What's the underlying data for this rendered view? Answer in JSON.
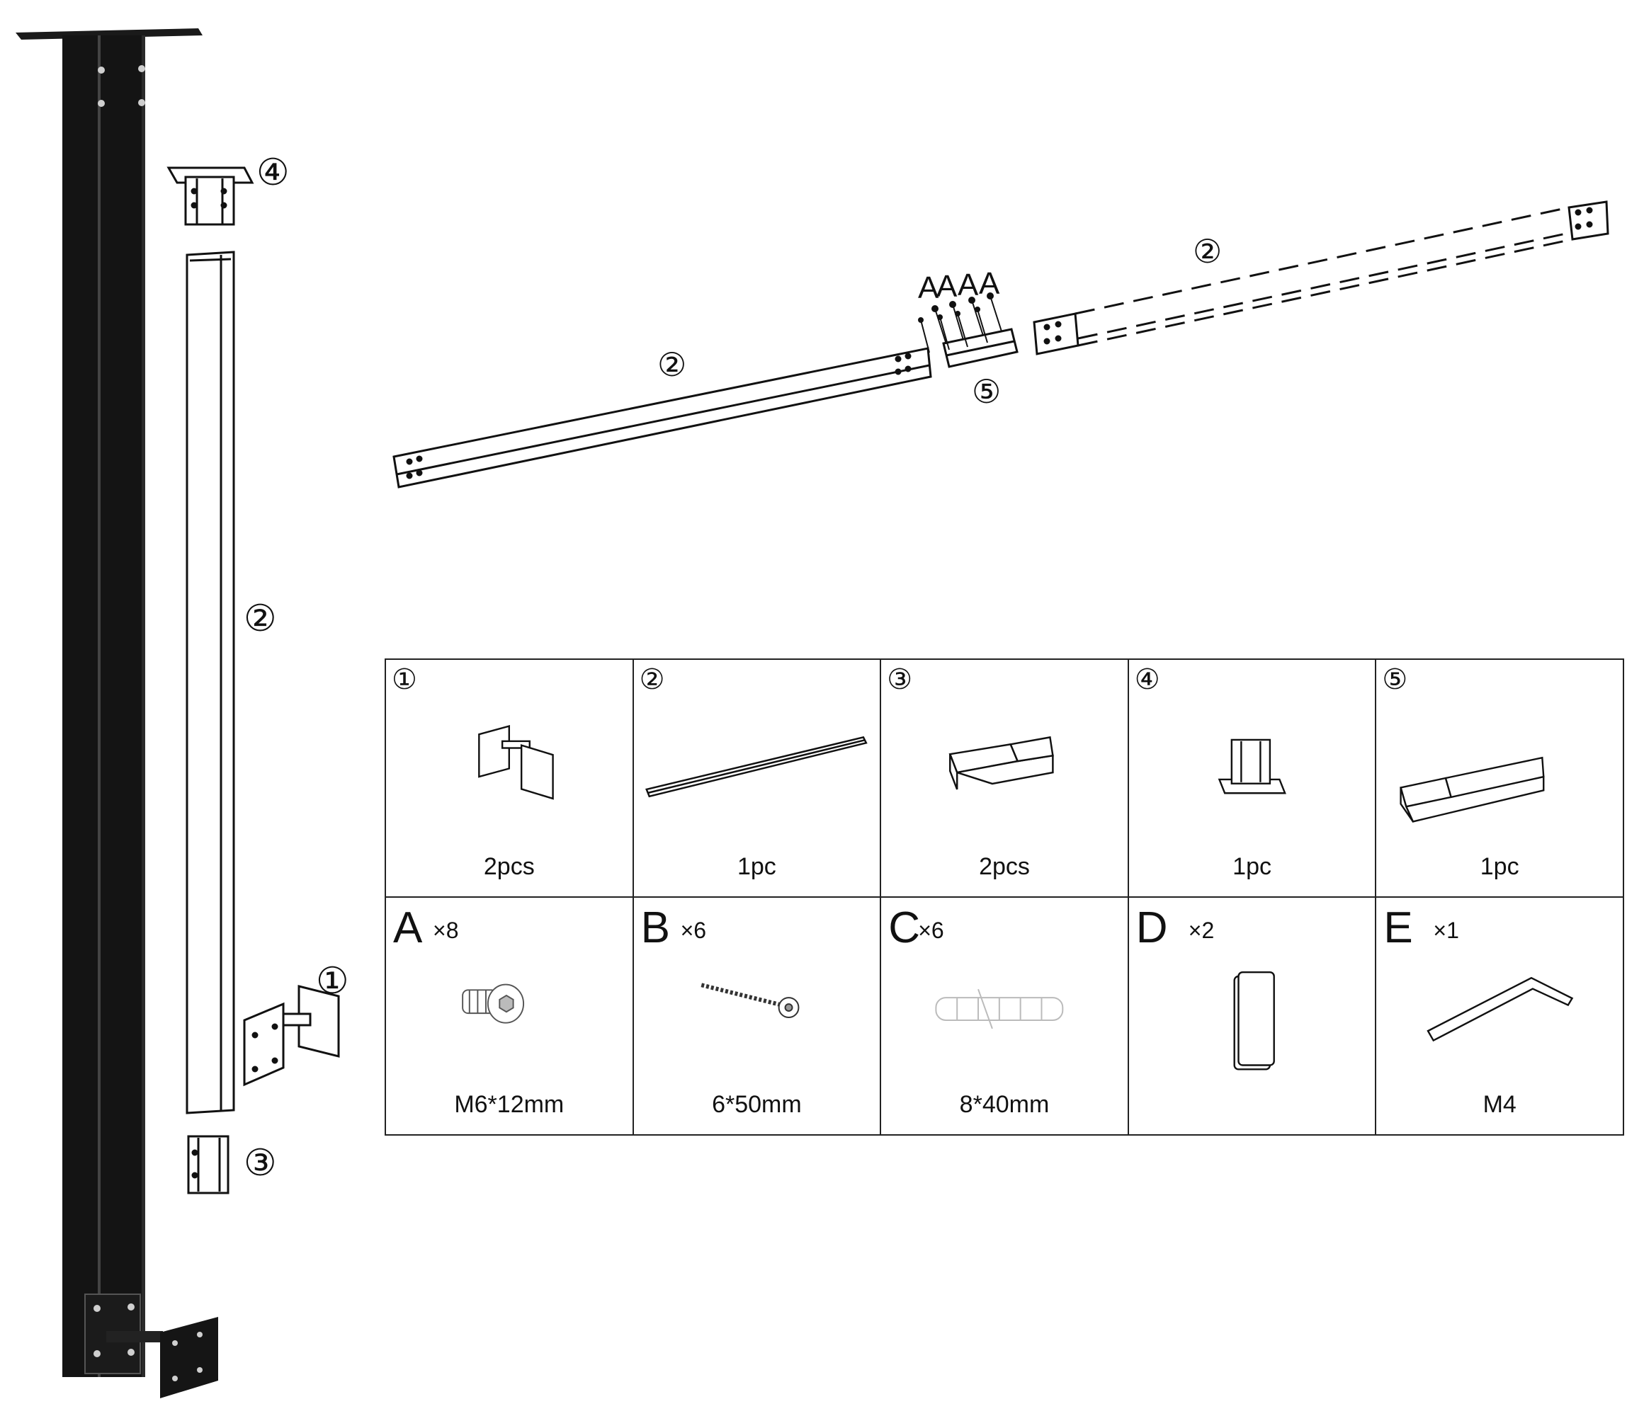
{
  "callouts": {
    "post_top_bracket": "④",
    "post_rail": "②",
    "post_wall_mount": "①",
    "post_bottom_bracket": "③",
    "rail_left": "②",
    "rail_right": "②",
    "rail_connector": "⑤",
    "screw_labels": [
      "A",
      "A",
      "A",
      "A"
    ]
  },
  "parts_table": {
    "numbered": [
      {
        "num": "①",
        "qty": "2pcs",
        "icon": "wall-mount-bracket-icon"
      },
      {
        "num": "②",
        "qty": "1pc",
        "icon": "rail-channel-icon"
      },
      {
        "num": "③",
        "qty": "2pcs",
        "icon": "u-bracket-small-icon"
      },
      {
        "num": "④",
        "qty": "1pc",
        "icon": "flange-bracket-icon"
      },
      {
        "num": "⑤",
        "qty": "1pc",
        "icon": "u-channel-connector-icon"
      }
    ],
    "hardware": [
      {
        "letter": "A",
        "mult": "×8",
        "spec": "M6*12mm",
        "icon": "hex-socket-bolt-icon"
      },
      {
        "letter": "B",
        "mult": "×6",
        "spec": "6*50mm",
        "icon": "wood-screw-icon"
      },
      {
        "letter": "C",
        "mult": "×6",
        "spec": "8*40mm",
        "icon": "wall-anchor-icon"
      },
      {
        "letter": "D",
        "mult": "×2",
        "spec": "",
        "icon": "end-cap-icon"
      },
      {
        "letter": "E",
        "mult": "×1",
        "spec": "M4",
        "icon": "allen-key-icon"
      }
    ]
  }
}
